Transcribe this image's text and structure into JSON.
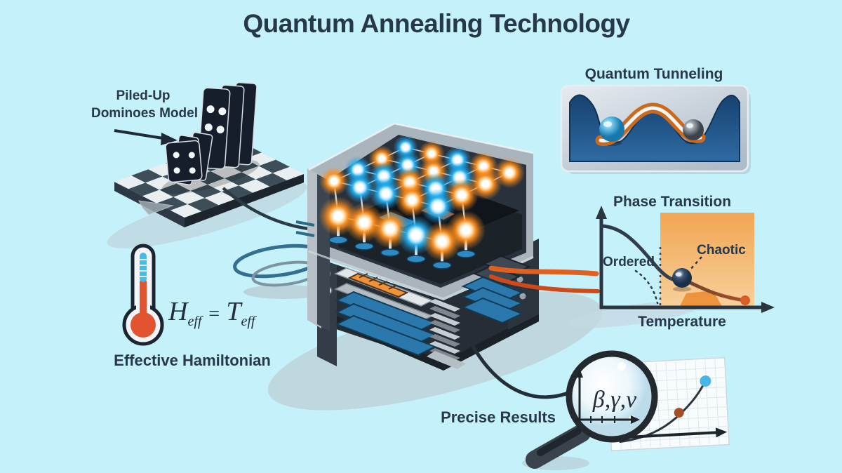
{
  "title": "Quantum Annealing Technology",
  "colors": {
    "background": "#c5f1fb",
    "title_text": "#26384a",
    "board_dark": "#3d4e59",
    "board_light": "#e9eef0",
    "domino": "#161d2b",
    "node_orange": "#ff8c1a",
    "node_blue": "#25b2f2",
    "accent_orange": "#f09238",
    "well_blue": "#1d4a78",
    "curve_brown": "#a8542c",
    "thermometer_red": "#e2532f",
    "thermometer_blue": "#49b9e8",
    "wire_dark": "#233240"
  },
  "dominoes": {
    "label": [
      "Piled-Up",
      "Dominoes Model"
    ]
  },
  "tunneling": {
    "title": "Quantum Tunneling"
  },
  "machine": {
    "lattice": {
      "rows": [
        [
          "blue",
          "orange",
          "blue",
          "orange",
          "orange"
        ],
        [
          "orange",
          "blue",
          "orange",
          "blue",
          "orange"
        ],
        [
          "blue",
          "blue",
          "orange",
          "blue",
          "orange"
        ],
        [
          "orange",
          "blue",
          "blue",
          "orange",
          "blue"
        ]
      ],
      "lower": [
        {
          "i": 3,
          "j": 0,
          "c": "orange"
        },
        {
          "i": 3,
          "j": 1,
          "c": "orange"
        },
        {
          "i": 3,
          "j": 2,
          "c": "orange"
        },
        {
          "i": 3,
          "j": 3,
          "c": "blue"
        },
        {
          "i": 3,
          "j": 4,
          "c": "orange"
        },
        {
          "i": 2,
          "j": 4,
          "c": "orange"
        }
      ]
    }
  },
  "hamiltonian": {
    "h": "H",
    "h_sub": "eff",
    "equals": "=",
    "t": "T",
    "t_sub": "eff",
    "caption": "Effective Hamiltonian"
  },
  "phase": {
    "title": "Phase Transition",
    "region_left": "Ordered",
    "region_right": "Chaotic",
    "x_axis": "Temperature"
  },
  "results": {
    "label": "Precise Results",
    "lens_symbols": "β,γ,ν"
  }
}
